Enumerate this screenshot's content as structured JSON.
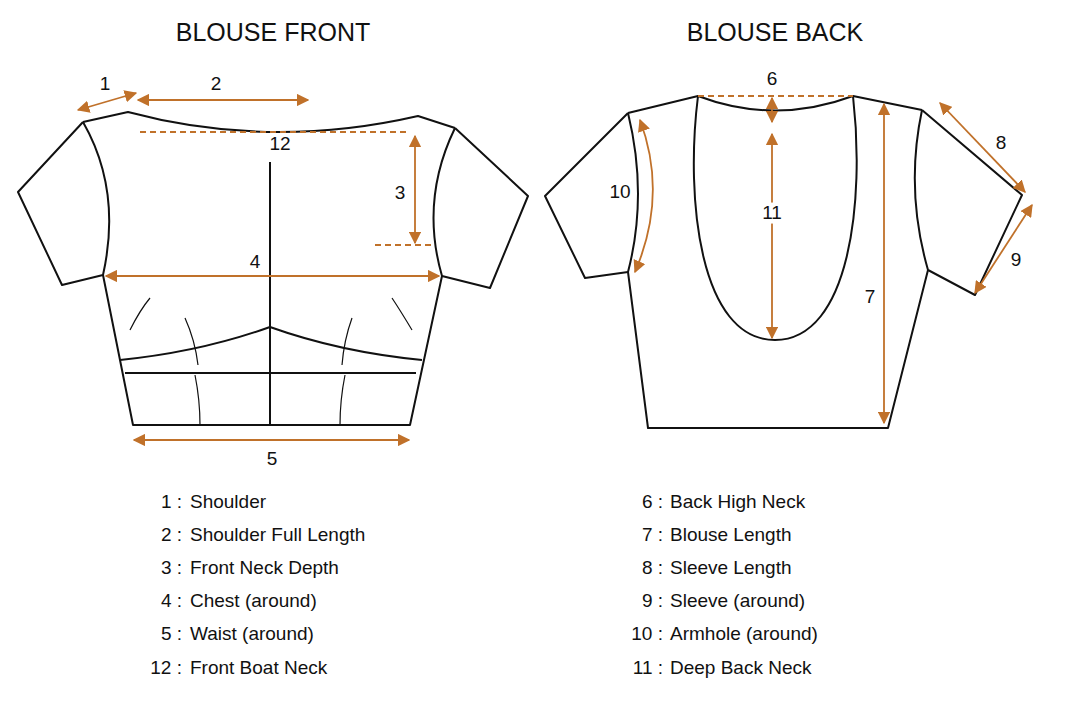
{
  "diagram": {
    "labels": [
      "BLOUSE FRONT",
      "BLOUSE BACK",
      "1",
      "2",
      "12",
      "3",
      "4",
      "5",
      "6",
      "10",
      "11",
      "8",
      "7",
      "9",
      "1 :",
      "Shoulder",
      "2 :",
      "Shoulder Full Length",
      "3 :",
      "Front Neck Depth",
      "4 :",
      "Chest (around)",
      "5 :",
      "Waist (around)",
      "12 :",
      "Front Boat Neck",
      "6 :",
      "Back High Neck",
      "7 :",
      "Blouse Length",
      "8 :",
      "Sleeve Length",
      "9 :",
      "Sleeve (around)",
      "10 :",
      "Armhole (around)",
      "11 :",
      "Deep Back Neck"
    ]
  }
}
